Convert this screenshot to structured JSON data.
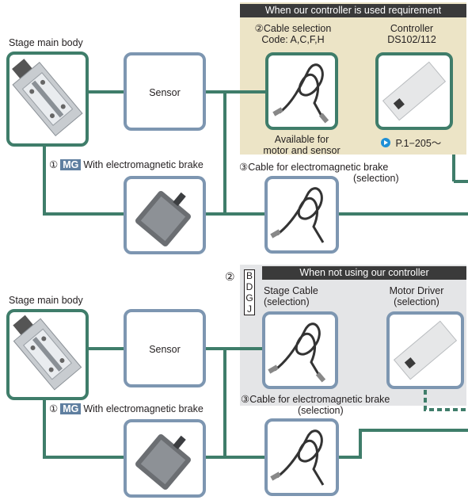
{
  "top": {
    "stage_label": "Stage main body",
    "sensor_label": "Sensor",
    "motor_label_num": "①",
    "motor_label_badge": "MG",
    "motor_label_text": "With electromagnetic brake",
    "panel_title": "When our controller is used requirement",
    "cable_title_line1": "②Cable selection",
    "cable_title_line2": "Code: A,C,F,H",
    "cable_caption_line1": "Available for",
    "cable_caption_line2": "motor and sensor",
    "controller_title_line1": "Controller",
    "controller_title_line2": "DS102/112",
    "page_ref": "P.1−205〜",
    "brake_cable_line1": "③Cable for electromagnetic brake",
    "brake_cable_line2": "(selection)"
  },
  "bottom": {
    "stage_label": "Stage main body",
    "sensor_label": "Sensor",
    "motor_label_num": "①",
    "motor_label_badge": "MG",
    "motor_label_text": "With electromagnetic brake",
    "panel_title": "When not using our controller",
    "code_num": "②",
    "codes": [
      "B",
      "D",
      "G",
      "J"
    ],
    "stage_cable_line1": "Stage Cable",
    "stage_cable_line2": "(selection)",
    "driver_line1": "Motor Driver",
    "driver_line2": "(selection)",
    "brake_cable_line1": "③Cable for electromagnetic brake",
    "brake_cable_line2": "(selection)"
  },
  "colors": {
    "green": "#3f7d6a",
    "blue": "#7d96b1",
    "panel_beige": "#ece4c6",
    "panel_gray": "#e4e5e7",
    "arrow": "#1f8fd6"
  }
}
